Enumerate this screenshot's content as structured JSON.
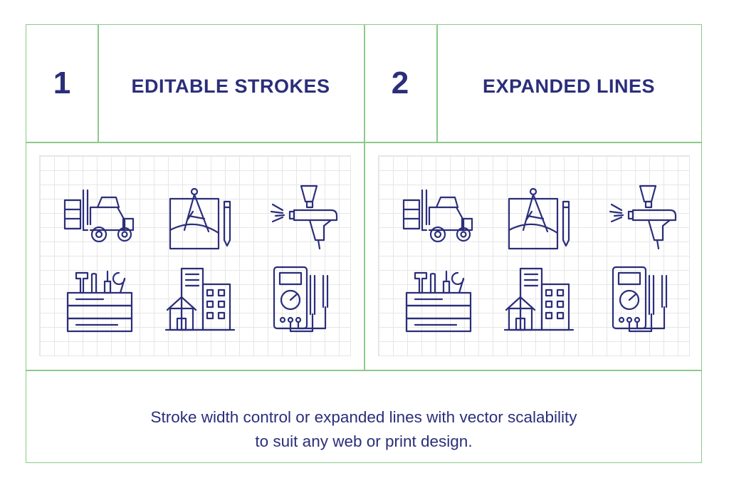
{
  "panels": [
    {
      "number": "1",
      "title": "EDITABLE STROKES"
    },
    {
      "number": "2",
      "title": "EXPANDED LINES"
    }
  ],
  "icons": [
    "forklift-icon",
    "blueprint-compass-icon",
    "spray-gun-icon",
    "toolbox-icon",
    "buildings-icon",
    "multimeter-icon"
  ],
  "caption": {
    "line1": "Stroke width control or expanded lines with vector scalability",
    "line2": "to suit any web or print design."
  },
  "colors": {
    "border": "#8cc98a",
    "text": "#2b2e7a",
    "grid": "#e6e6e6"
  }
}
